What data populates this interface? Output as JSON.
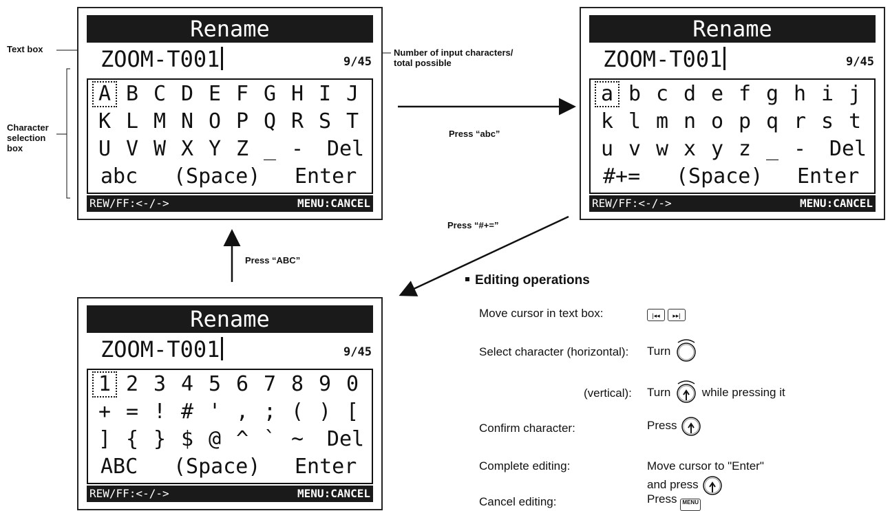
{
  "screens": [
    {
      "id": "upper",
      "title": "Rename",
      "text": "ZOOM-T001",
      "count": "9/45",
      "rows": [
        [
          "A",
          "B",
          "C",
          "D",
          "E",
          "F",
          "G",
          "H",
          "I",
          "J"
        ],
        [
          "K",
          "L",
          "M",
          "N",
          "O",
          "P",
          "Q",
          "R",
          "S",
          "T"
        ],
        [
          "U",
          "V",
          "W",
          "X",
          "Y",
          "Z",
          "_",
          "-",
          "Del"
        ]
      ],
      "bottom": {
        "mode": "abc",
        "space": "(Space)",
        "enter": "Enter"
      },
      "footer_left": "REW/FF:<-/->",
      "footer_right": "MENU:CANCEL"
    },
    {
      "id": "lower",
      "title": "Rename",
      "text": "ZOOM-T001",
      "count": "9/45",
      "rows": [
        [
          "a",
          "b",
          "c",
          "d",
          "e",
          "f",
          "g",
          "h",
          "i",
          "j"
        ],
        [
          "k",
          "l",
          "m",
          "n",
          "o",
          "p",
          "q",
          "r",
          "s",
          "t"
        ],
        [
          "u",
          "v",
          "w",
          "x",
          "y",
          "z",
          "_",
          "-",
          "Del"
        ]
      ],
      "bottom": {
        "mode": "#+=",
        "space": "(Space)",
        "enter": "Enter"
      },
      "footer_left": "REW/FF:<-/->",
      "footer_right": "MENU:CANCEL"
    },
    {
      "id": "symbols",
      "title": "Rename",
      "text": "ZOOM-T001",
      "count": "9/45",
      "rows": [
        [
          "1",
          "2",
          "3",
          "4",
          "5",
          "6",
          "7",
          "8",
          "9",
          "0"
        ],
        [
          "+",
          "=",
          "!",
          "#",
          "'",
          ",",
          ";",
          "(",
          ")",
          "["
        ],
        [
          "]",
          "{",
          "}",
          "$",
          "@",
          "^",
          "`",
          "~",
          "Del"
        ]
      ],
      "bottom": {
        "mode": "ABC",
        "space": "(Space)",
        "enter": "Enter"
      },
      "footer_left": "REW/FF:<-/->",
      "footer_right": "MENU:CANCEL"
    }
  ],
  "callouts": {
    "text_box": "Text box",
    "count_line1": "Number of input characters/",
    "count_line2": "total possible",
    "char_line1": "Character",
    "char_line2": "selection",
    "char_line3": "box"
  },
  "arrows": {
    "press_abc": "Press “abc”",
    "press_sym": "Press “#+=”",
    "press_ABC": "Press “ABC”"
  },
  "editing": {
    "title": "Editing operations",
    "move_cursor": "Move cursor in text box:",
    "select_h": "Select character (horizontal):",
    "select_v": "(vertical):",
    "turn": "Turn",
    "while_pressing": "while pressing it",
    "confirm": "Confirm character:",
    "press": "Press",
    "complete": "Complete editing:",
    "complete_val1": "Move cursor to \"Enter\"",
    "complete_val2": "and press",
    "cancel": "Cancel editing:",
    "menu_label": "MENU"
  }
}
